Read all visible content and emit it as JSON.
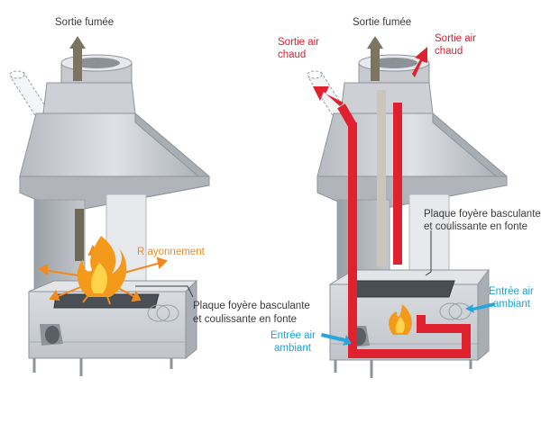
{
  "left": {
    "smoke_outlet": "Sortie fumée",
    "radiation": "R ayonnement",
    "hearth_plate": [
      "Plaque foyère basculante",
      "et coulissante en fonte"
    ]
  },
  "right": {
    "smoke_outlet": "Sortie fumée",
    "hot_air_left": [
      "Sortie air",
      "chaud"
    ],
    "hot_air_right": [
      "Sortie air",
      "chaud"
    ],
    "hearth_plate": [
      "Plaque foyère basculante",
      "et coulissante en fonte"
    ],
    "ambient_in_right": [
      "Entrée air",
      "ambiant"
    ],
    "ambient_in_left": [
      "Entrée air",
      "ambiant"
    ]
  },
  "colors": {
    "metal": "#c9ccd1",
    "metal_dark": "#8f949b",
    "hot_air": "#e0212f",
    "flame": "#f39a1b",
    "radiation": "#f08a1e",
    "ambient_air": "#27a6dc"
  }
}
